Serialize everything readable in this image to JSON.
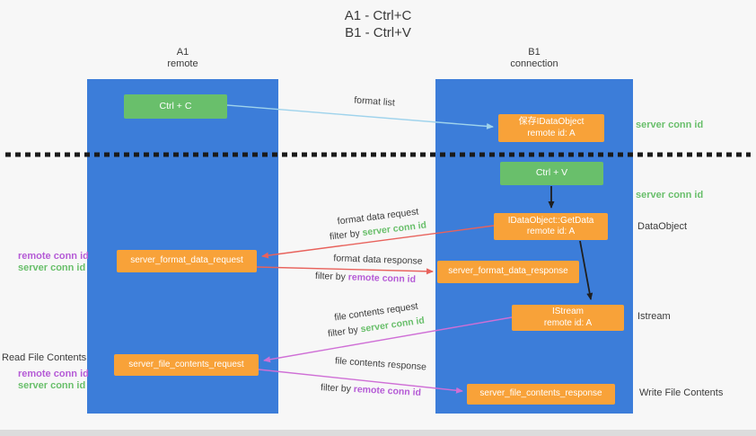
{
  "title": {
    "line1": "A1 - Ctrl+C",
    "line2": "B1 - Ctrl+V"
  },
  "lanes": {
    "left": {
      "id": "A1",
      "name": "remote"
    },
    "right": {
      "id": "B1",
      "name": "connection"
    }
  },
  "nodes": {
    "ctrl_c": {
      "label": "Ctrl + C"
    },
    "save_dataobject": {
      "line1": "保存IDataObject",
      "line2": "remote id: A"
    },
    "ctrl_v": {
      "label": "Ctrl + V"
    },
    "getdata": {
      "line1": "IDataObject::GetData",
      "line2": "remote id: A"
    },
    "format_request": {
      "label": "server_format_data_request"
    },
    "format_response": {
      "label": "server_format_data_response"
    },
    "istream": {
      "line1": "IStream",
      "line2": "remote id: A"
    },
    "file_request": {
      "label": "server_file_contents_request"
    },
    "file_response": {
      "label": "server_file_contents_response"
    }
  },
  "side_labels": {
    "server_conn_id_top": "server conn id",
    "server_conn_id_mid": "server conn id",
    "dataobject": "DataObject",
    "istream": "Istream",
    "write_file_contents": "Write File Contents",
    "read_file_contents": "Read File Contents",
    "remote_conn_id_1": "remote conn id",
    "server_conn_id_1": "server conn id",
    "remote_conn_id_2": "remote conn id",
    "server_conn_id_2": "server conn id"
  },
  "edge_labels": {
    "format_list": "format list",
    "format_data_request": "format data request",
    "filter1_prefix": "filter by ",
    "filter1_value": "server conn id",
    "format_data_response": "format data response",
    "filter2_prefix": "filter by ",
    "filter2_value": "remote conn id",
    "file_contents_request": "file contents request",
    "filter3_prefix": "filter by ",
    "filter3_value": "server conn id",
    "file_contents_response": "file contents response",
    "filter4_prefix": "filter by ",
    "filter4_value": "remote conn id"
  },
  "colors": {
    "background": "#f7f7f7",
    "lane_blue": "#3c7dd9",
    "box_green": "#69bf6b",
    "box_orange": "#f8a239",
    "arrow_blue": "#9fd3ec",
    "arrow_red": "#e8625c",
    "arrow_magenta": "#cf6fd6",
    "arrow_black": "#1f1f1f",
    "text_green": "#69bf6b",
    "text_purple": "#b55bd6",
    "text_dark": "#3a3a3a"
  }
}
